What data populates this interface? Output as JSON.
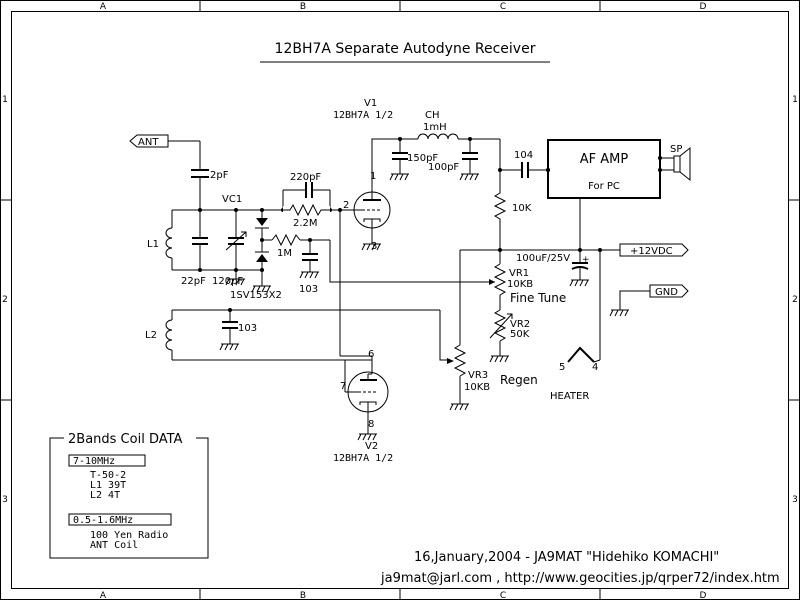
{
  "title": "12BH7A Separate Autodyne Receiver",
  "border": {
    "columns": [
      "A",
      "B",
      "C",
      "D"
    ],
    "rows": [
      "1",
      "2",
      "3"
    ]
  },
  "components": {
    "ant": "ANT",
    "gnd": "GND",
    "vcc": "+12VDC",
    "c_2p": "2pF",
    "vc1": "VC1",
    "l1": "L1",
    "c_22p": "22pF",
    "c_120p": "120pF",
    "diodes": "1SV153X2",
    "c_220p": "220pF",
    "r_2m2": "2.2M",
    "r_1m": "1M",
    "c_103_a": "103",
    "c_103_b": "103",
    "v1_name": "V1",
    "v1_type": "12BH7A 1/2",
    "v1_pin1": "1",
    "v1_pin2": "2",
    "v1_pin3": "3",
    "ch": "CH",
    "ch_val": "1mH",
    "c_150p": "150pF",
    "c_100p": "100pF",
    "c_104": "104",
    "r_10k": "10K",
    "af_amp": "AF AMP",
    "for_pc": "For PC",
    "sp": "SP",
    "cap_100u": "100uF/25V",
    "vr1": "VR1",
    "vr1_val": "10KB",
    "fine_tune": "Fine Tune",
    "vr2": "VR2",
    "vr2_val": "50K",
    "l2": "L2",
    "vr3": "VR3",
    "vr3_val": "10KB",
    "regen": "Regen",
    "v2_name": "V2",
    "v2_type": "12BH7A 1/2",
    "v2_pin6": "6",
    "v2_pin7": "7",
    "v2_pin8": "8",
    "heater": "HEATER",
    "heater_pin5": "5",
    "heater_pin4": "4"
  },
  "coil_data": {
    "title": "2Bands Coil DATA",
    "band1": "7-10MHz",
    "band1_lines": [
      "T-50-2",
      "L1  39T",
      "L2  4T"
    ],
    "band2": "0.5-1.6MHz",
    "band2_lines": [
      "100 Yen Radio",
      "ANT Coil"
    ]
  },
  "footer": {
    "date_author": "16,January,2004 - JA9MAT \"Hidehiko KOMACHI\"",
    "contact": "ja9mat@jarl.com , http://www.geocities.jp/qrper72/index.htm"
  }
}
